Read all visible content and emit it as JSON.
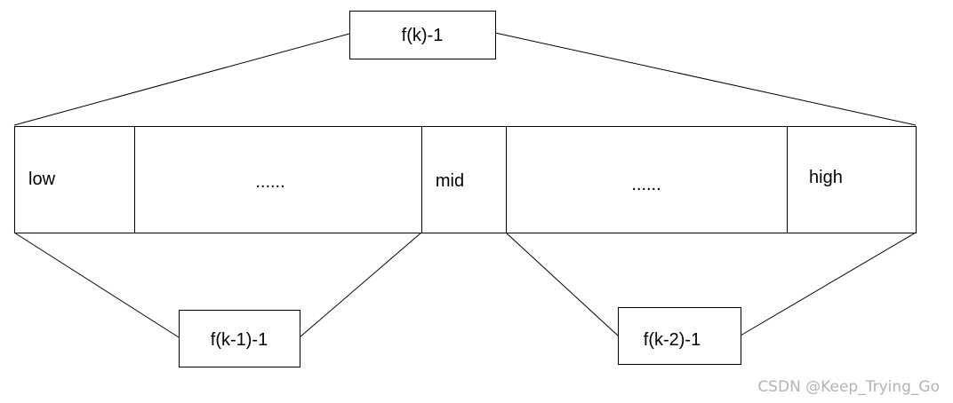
{
  "top_box": {
    "label": "f(k)-1"
  },
  "array": {
    "cells": [
      {
        "id": "low",
        "label": "low"
      },
      {
        "id": "left-ellipsis",
        "label": "......"
      },
      {
        "id": "mid",
        "label": "mid"
      },
      {
        "id": "right-ellipsis",
        "label": "......"
      },
      {
        "id": "high",
        "label": "high"
      }
    ]
  },
  "bottom_left_box": {
    "label": "f(k-1)-1"
  },
  "bottom_right_box": {
    "label": "f(k-2)-1"
  },
  "watermark": {
    "text": "CSDN @Keep_Trying_Go"
  }
}
